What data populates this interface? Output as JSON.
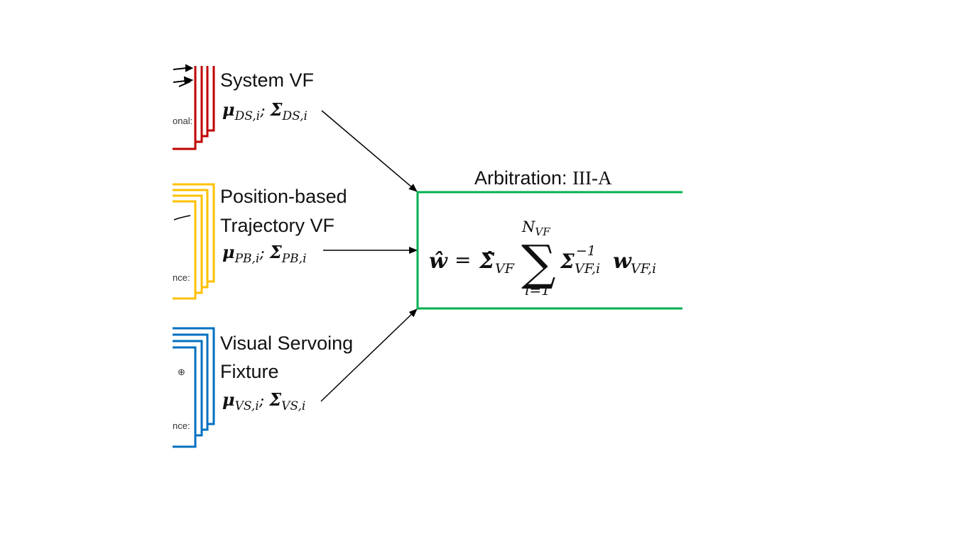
{
  "colors": {
    "system_vf": "#c00000",
    "position_vf": "#ffc000",
    "visual_vf": "#0070c0",
    "arbitration": "#00b050",
    "arrow": "#000000"
  },
  "inputs": [
    {
      "title_lines": [
        "System VF"
      ],
      "param": {
        "mu": "μ",
        "mu_sub": "DS,i",
        "sep": "; ",
        "sigma": "Σ",
        "sigma_sub": "DS,i"
      },
      "clipped_text": "onal:"
    },
    {
      "title_lines": [
        "Position-based",
        "Trajectory VF"
      ],
      "param": {
        "mu": "μ",
        "mu_sub": "PB,i",
        "sep": "; ",
        "sigma": "Σ",
        "sigma_sub": "PB,i"
      },
      "clipped_text": "nce:"
    },
    {
      "title_lines": [
        "Visual Servoing",
        "Fixture"
      ],
      "param": {
        "mu": "μ",
        "mu_sub": "VS,i",
        "sep": "; ",
        "sigma": "Σ",
        "sigma_sub": "VS,i"
      },
      "clipped_text": "nce:",
      "icon": "⊕"
    }
  ],
  "arbitration": {
    "title": "Arbitration: ",
    "title_ref": "III-A",
    "equation": {
      "lhs": "ŵ",
      "eq": "=",
      "sigma_hat": "Σ̂",
      "sigma_hat_sub": "VF",
      "sum": "∑",
      "upper": "N",
      "upper_sub": "VF",
      "lower": "i=1",
      "sigma": "Σ",
      "sigma_sup": "−1",
      "sigma_sub": "VF,i",
      "w": "w",
      "w_sub": "VF,i"
    }
  }
}
